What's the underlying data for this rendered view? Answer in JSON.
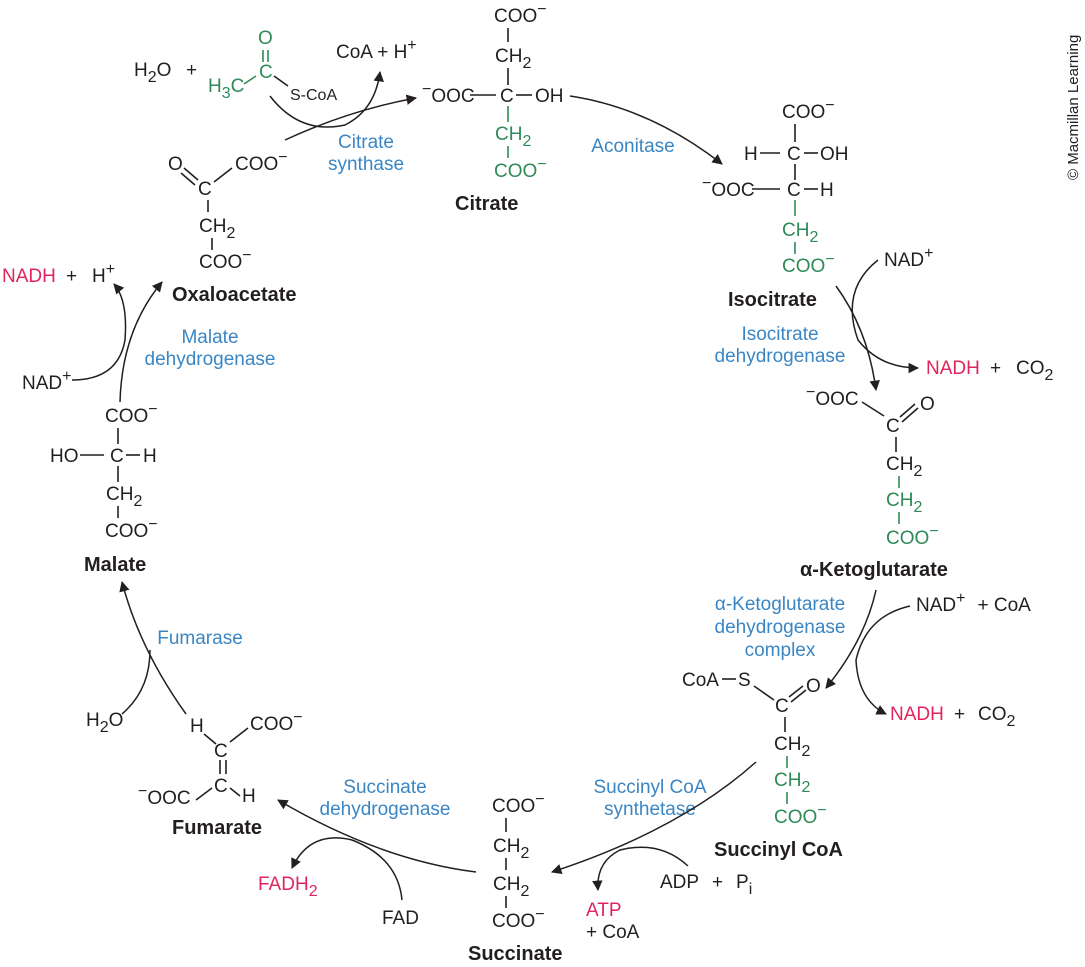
{
  "credit": "© Macmillan Learning",
  "colors": {
    "black": "#231f20",
    "green": "#2e8b57",
    "blue": "#3a86c4",
    "red": "#e0245e"
  },
  "glyphs": {
    "minus": "−",
    "plus": "+",
    "alpha": "α",
    "sub2": "2",
    "subi": "i",
    "C": "C",
    "H": "H",
    "O": "O",
    "S": "S",
    "HO": "HO",
    "OH": "OH",
    "H3": "H",
    "sub3": "3"
  },
  "groups": {
    "coo": "COO",
    "ooc": "OOC",
    "ch2": "CH",
    "scoa": "S-CoA",
    "coa": "CoA"
  },
  "metabolites": {
    "citrate": "Citrate",
    "isocitrate": "Isocitrate",
    "ketoglutarate": "-Ketoglutarate",
    "succinyl_coa": "Succinyl CoA",
    "succinate": "Succinate",
    "fumarate": "Fumarate",
    "malate": "Malate",
    "oxaloacetate": "Oxaloacetate"
  },
  "enzymes": {
    "citrate_synthase": [
      "Citrate",
      "synthase"
    ],
    "aconitase": "Aconitase",
    "isocitrate_dh": [
      "Isocitrate",
      "dehydrogenase"
    ],
    "akg_dh": [
      "-Ketoglutarate",
      "dehydrogenase",
      "complex"
    ],
    "succinyl_coa_synthetase": [
      "Succinyl CoA",
      "synthetase"
    ],
    "succinate_dh": [
      "Succinate",
      "dehydrogenase"
    ],
    "fumarase": "Fumarase",
    "malate_dh": [
      "Malate",
      "dehydrogenase"
    ]
  },
  "cofactors": {
    "water": "H",
    "water_o": "O",
    "coa_h": "CoA + H",
    "nad": "NAD",
    "nadh": "NADH",
    "co2": "CO",
    "nad_coa": "+ CoA",
    "adp": "ADP",
    "pi": "P",
    "atp": "ATP",
    "plus_coa": "+ CoA",
    "fad": "FAD",
    "fadh2": "FADH",
    "plus": "+"
  }
}
